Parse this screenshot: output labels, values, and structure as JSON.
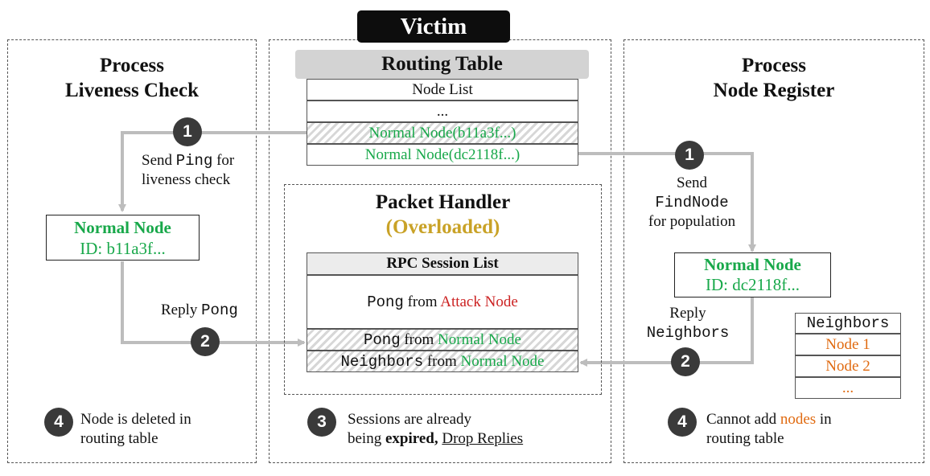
{
  "victim_label": "Victim",
  "left": {
    "title_line1": "Process",
    "title_line2": "Liveness Check",
    "step1_label_pre": "Send ",
    "step1_label_code": "Ping",
    "step1_label_post": " for",
    "step1_label_line2": "liveness check",
    "node_title": "Normal Node",
    "node_id": "ID: b11a3f...",
    "step2_label_pre": "Reply ",
    "step2_label_code": "Pong",
    "step4_line1": "Node is deleted in",
    "step4_line2": "routing table"
  },
  "center": {
    "routing_table_title": "Routing Table",
    "rows": [
      "Node List",
      "...",
      "Normal Node(b11a3f...)",
      "Normal Node(dc2118f...)"
    ],
    "handler_title": "Packet Handler",
    "handler_status": "(Overloaded)",
    "rpc_header": "RPC Session List",
    "rpc_row1_code": "Pong",
    "rpc_row1_mid": " from ",
    "rpc_row1_src": "Attack Node",
    "rpc_row2_code": "Pong",
    "rpc_row2_mid": " from ",
    "rpc_row2_src": "Normal Node",
    "rpc_row3_code": "Neighbors",
    "rpc_row3_mid": " from ",
    "rpc_row3_src": "Normal Node",
    "step3_line1": "Sessions are already",
    "step3_line2_pre": "being ",
    "step3_line2_bold": "expired,",
    "step3_line2_link": "Drop Replies"
  },
  "right": {
    "title_line1": "Process",
    "title_line2": "Node Register",
    "step1_line1": "Send",
    "step1_code": "FindNode",
    "step1_line3": "for population",
    "node_title": "Normal Node",
    "node_id": "ID: dc2118f...",
    "step2_line1": "Reply",
    "step2_code": "Neighbors",
    "neighbors_header": "Neighbors",
    "neighbors_items": [
      "Node 1",
      "Node 2",
      "..."
    ],
    "step4_line1_pre": "Cannot add ",
    "step4_line1_hl": "nodes",
    "step4_line1_post": " in",
    "step4_line2": "routing table"
  },
  "steps": [
    "1",
    "2",
    "3",
    "4"
  ],
  "colors": {
    "green": "#18a84a",
    "red": "#cc2222",
    "orange": "#e06a10",
    "gold": "#c9a227",
    "arrow": "#bdbdbd",
    "step_circle": "#3a3a3a"
  }
}
